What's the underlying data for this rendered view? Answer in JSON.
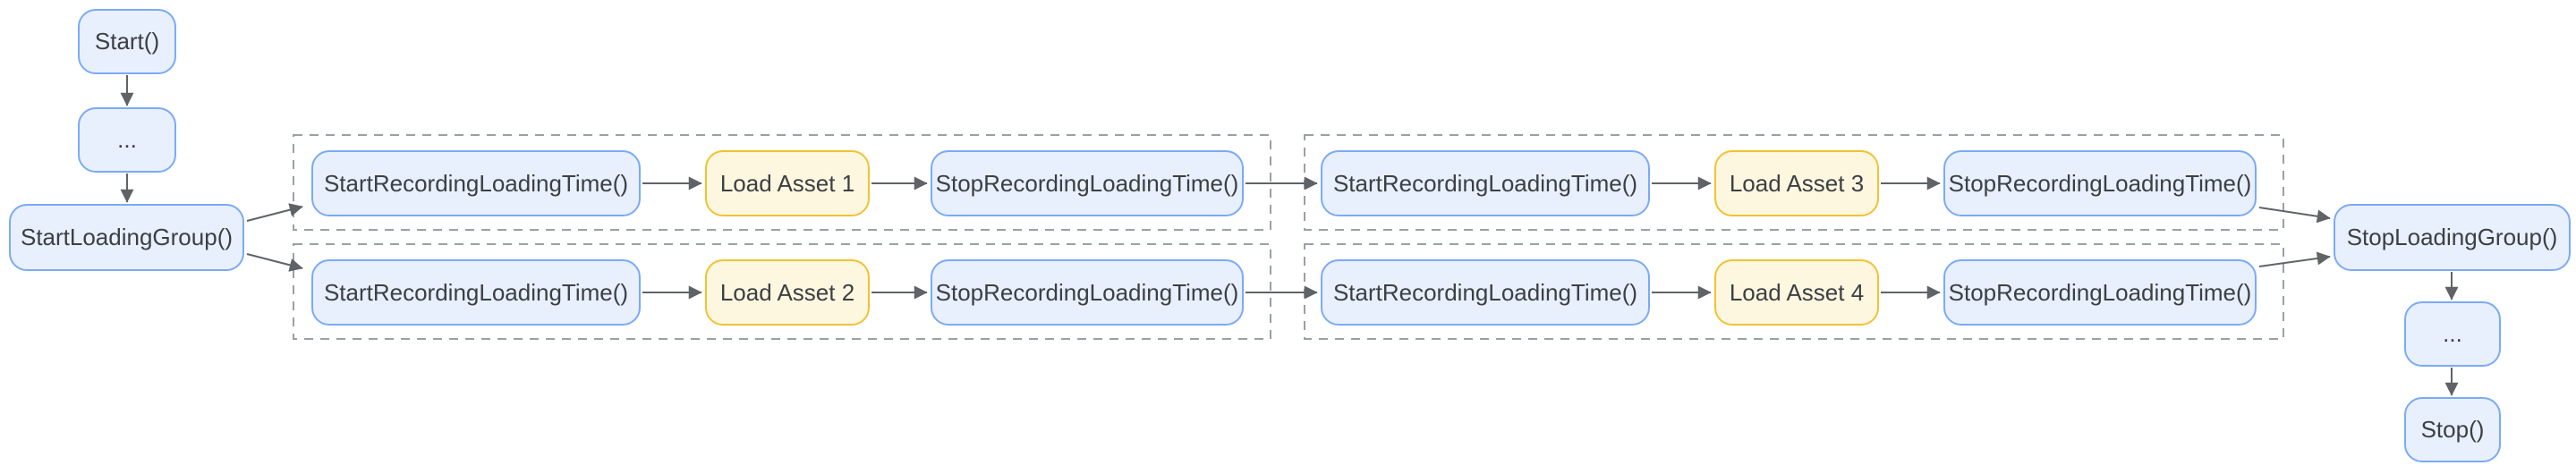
{
  "left_chain": {
    "start": "Start()",
    "ellipsis": "...",
    "group_start": "StartLoadingGroup()"
  },
  "groups": [
    {
      "rows": [
        {
          "start": "StartRecordingLoadingTime()",
          "asset": "Load Asset 1",
          "stop": "StopRecordingLoadingTime()"
        },
        {
          "start": "StartRecordingLoadingTime()",
          "asset": "Load Asset 2",
          "stop": "StopRecordingLoadingTime()"
        }
      ]
    },
    {
      "rows": [
        {
          "start": "StartRecordingLoadingTime()",
          "asset": "Load Asset 3",
          "stop": "StopRecordingLoadingTime()"
        },
        {
          "start": "StartRecordingLoadingTime()",
          "asset": "Load Asset 4",
          "stop": "StopRecordingLoadingTime()"
        }
      ]
    }
  ],
  "right_chain": {
    "group_stop": "StopLoadingGroup()",
    "ellipsis": "...",
    "stop": "Stop()"
  },
  "colors": {
    "node_fill": "#e8f0fe",
    "node_border": "#7baaf7",
    "asset_fill": "#fef7e0",
    "asset_border": "#f1c232",
    "arrow": "#5f6368",
    "group_outline": "#9aa0a6",
    "text": "#3c4043",
    "background": "#ffffff"
  }
}
